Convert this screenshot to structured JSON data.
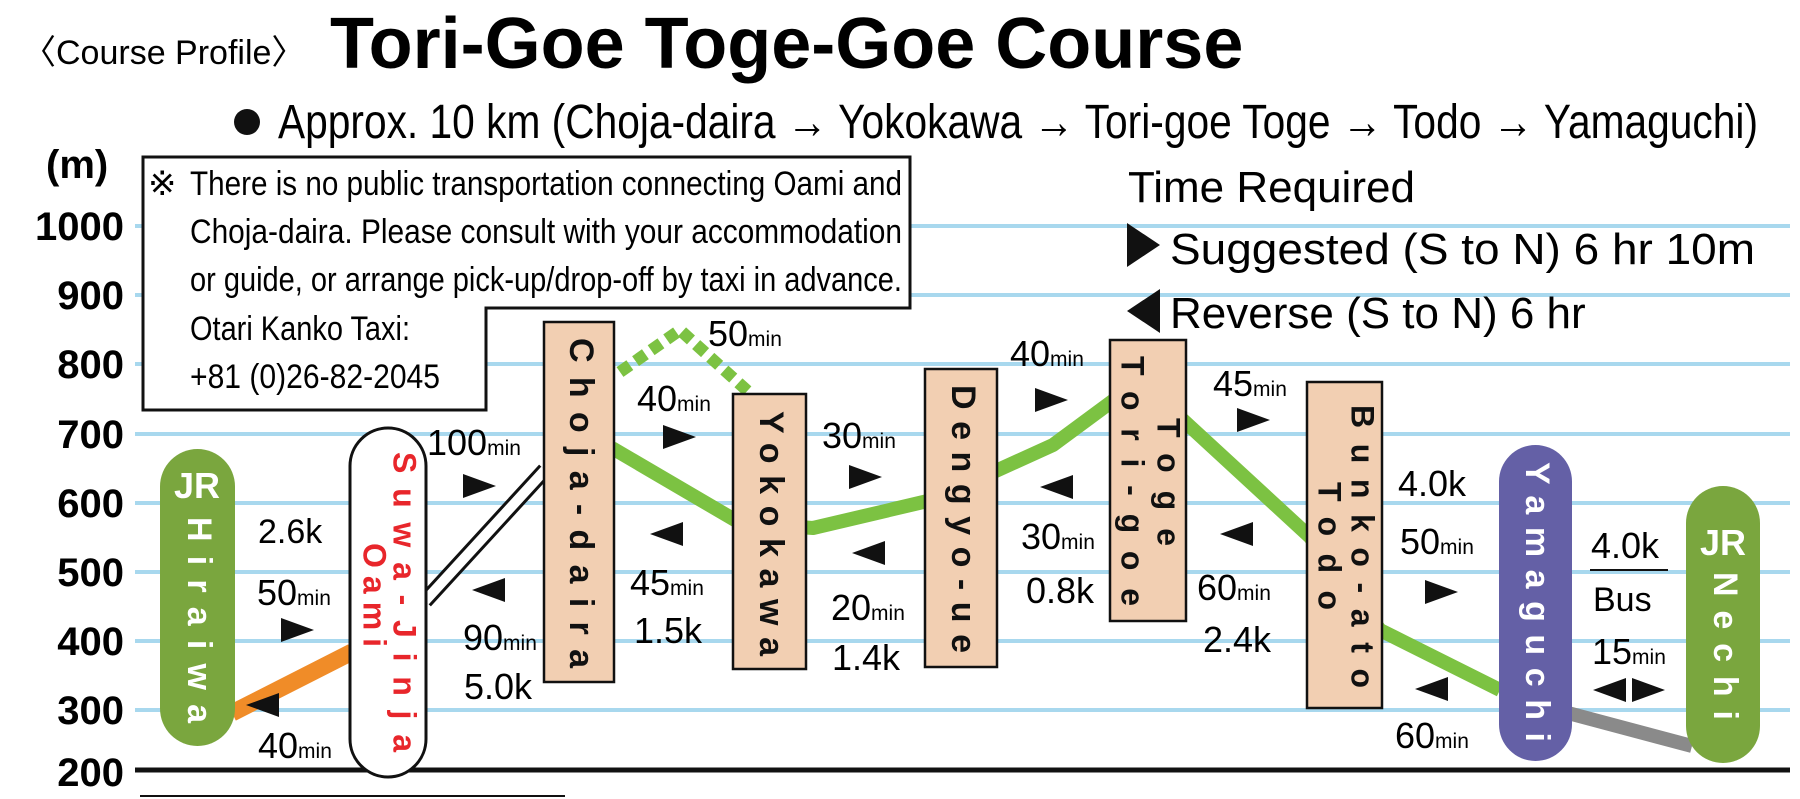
{
  "header": {
    "profile_label": "〈Course Profile〉",
    "title": "Tori-Goe Toge-Goe Course",
    "distance": "Approx. 10 km (Choja-daira → Yokokawa → Tori-goe Toge → Todo → Yamaguchi)"
  },
  "axis": {
    "unit": "(m)",
    "ticks": [
      "1000",
      "900",
      "800",
      "700",
      "600",
      "500",
      "400",
      "300",
      "200"
    ]
  },
  "notice": {
    "mark": "※",
    "lines": [
      "There is no public transportation connecting Oami and",
      "Choja-daira. Please consult with your accommodation",
      "or guide, or arrange pick-up/drop-off by taxi in advance.",
      "Otari Kanko Taxi:",
      "+81 (0)26-82-2045"
    ]
  },
  "time_required": {
    "title": "Time Required",
    "suggested": "Suggested (S to N) 6 hr 10m",
    "reverse": "Reverse (S to N) 6 hr"
  },
  "stations": {
    "hiraiwa": {
      "jr": "JR",
      "name": "Hiraiwa"
    },
    "oami": {
      "name": "Oami"
    },
    "suwa": {
      "name": "Suwa-Jinja"
    },
    "choja": {
      "name": "Choja-daira"
    },
    "yokokawa": {
      "name": "Yokokawa"
    },
    "dengyo": {
      "name": "Dengyo-ue"
    },
    "torigoe": {
      "name": "Tori-goe"
    },
    "toge": {
      "name": "Toge"
    },
    "todo": {
      "name": "Todo"
    },
    "bunko": {
      "name": "Bunko-ato"
    },
    "yamaguchi": {
      "name": "Yamaguchi"
    },
    "nechi": {
      "jr": "JR",
      "name": "Nechi"
    }
  },
  "segments": {
    "s1": {
      "dist": "2.6k",
      "fwd": "50",
      "rev": "40",
      "unit": "min"
    },
    "s2": {
      "fwd": "100",
      "rev": "90",
      "dist": "5.0k",
      "unit": "min"
    },
    "s3": {
      "alt": "50",
      "fwd": "40",
      "rev": "45",
      "dist": "1.5k",
      "unit": "min"
    },
    "s4": {
      "fwd": "30",
      "rev": "20",
      "dist": "1.4k",
      "unit": "min"
    },
    "s5": {
      "fwd": "40",
      "rev": "30",
      "dist": "0.8k",
      "unit": "min"
    },
    "s6": {
      "fwd": "45",
      "rev": "60",
      "dist": "2.4k",
      "unit": "min"
    },
    "s7": {
      "dist": "4.0k",
      "fwd": "50",
      "rev": "60",
      "unit": "min"
    },
    "s8": {
      "dist": "4.0k",
      "mode": "Bus",
      "time": "15",
      "unit": "min"
    }
  },
  "colors": {
    "grid": "#a8d8ee",
    "trail": "#7cc242",
    "trail_alt": "#7cc242",
    "road_orange": "#f08c28",
    "road_gray": "#8a8a8a",
    "jr_green": "#7aa63e",
    "yamaguchi_purple": "#6460a6",
    "box_tan": "#f2cfb2",
    "red_text": "#e8262b"
  }
}
